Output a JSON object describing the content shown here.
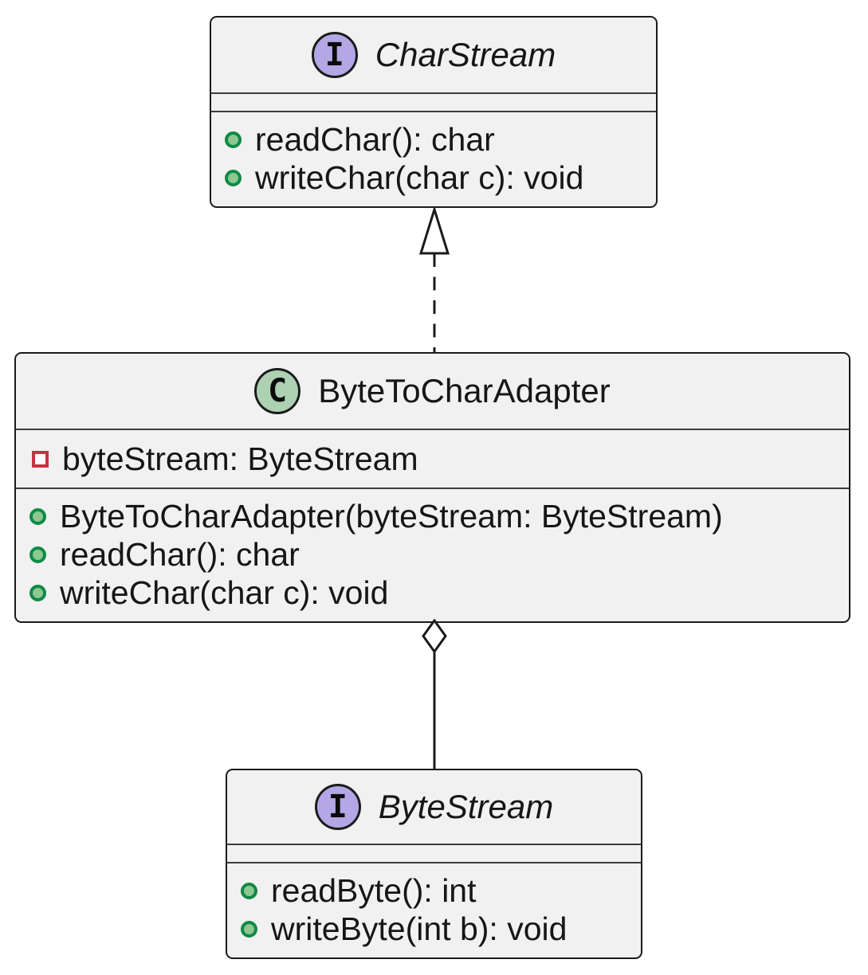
{
  "diagram": {
    "type": "uml-class-diagram",
    "colors": {
      "box_fill": "#F1F1F1",
      "box_border": "#1B1B1B",
      "interface_spot_fill": "#B4A7E5",
      "class_spot_fill": "#ADD1B2",
      "method_bullet_fill": "#8DC891",
      "method_bullet_border": "#0E8A46",
      "field_bullet_border": "#C73140",
      "edge_color": "#1B1B1B"
    },
    "classes": [
      {
        "name": "CharStream",
        "stereotype": "interface",
        "spot_letter": "I",
        "fields": [],
        "methods": [
          {
            "label": "readChar(): char",
            "visibility": "public"
          },
          {
            "label": "writeChar(char c): void",
            "visibility": "public"
          }
        ]
      },
      {
        "name": "ByteToCharAdapter",
        "stereotype": "class",
        "spot_letter": "C",
        "fields": [
          {
            "label": "byteStream: ByteStream",
            "visibility": "private"
          }
        ],
        "methods": [
          {
            "label": "ByteToCharAdapter(byteStream: ByteStream)",
            "visibility": "public"
          },
          {
            "label": "readChar(): char",
            "visibility": "public"
          },
          {
            "label": "writeChar(char c): void",
            "visibility": "public"
          }
        ]
      },
      {
        "name": "ByteStream",
        "stereotype": "interface",
        "spot_letter": "I",
        "fields": [],
        "methods": [
          {
            "label": "readByte(): int",
            "visibility": "public"
          },
          {
            "label": "writeByte(int b): void",
            "visibility": "public"
          }
        ]
      }
    ],
    "relations": [
      {
        "type": "realization",
        "from": "ByteToCharAdapter",
        "to": "CharStream",
        "line": "dashed",
        "marker": "hollow-triangle"
      },
      {
        "type": "aggregation",
        "from": "ByteToCharAdapter",
        "to": "ByteStream",
        "line": "solid",
        "marker": "hollow-diamond"
      }
    ]
  }
}
